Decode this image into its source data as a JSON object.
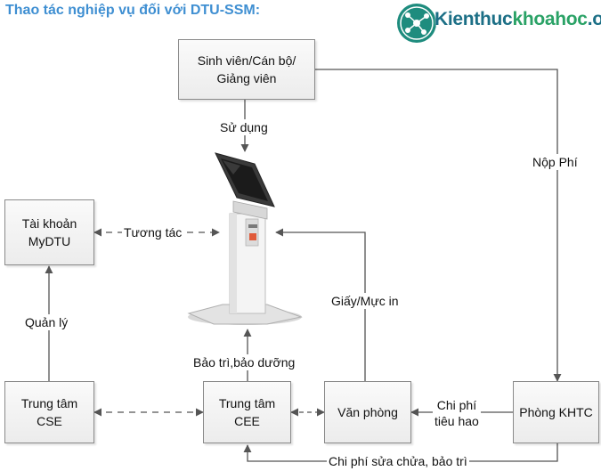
{
  "title": "Thao tác nghiệp vụ đối với DTU-SSM:",
  "logo": {
    "part1": "Kienthuc",
    "part2": "khoahoc",
    "part3": ".org",
    "icon": "atom-molecule-icon"
  },
  "nodes": {
    "users": [
      "Sinh viên/Cán bộ/",
      "Giảng viên"
    ],
    "mydtu": [
      "Tài khoản",
      "MyDTU"
    ],
    "cse": [
      "Trung tâm",
      "CSE"
    ],
    "cee": [
      "Trung tâm",
      "CEE"
    ],
    "office": "Văn phòng",
    "khtc": "Phòng KHTC"
  },
  "edges": {
    "use": "Sử dụng",
    "fee": "Nộp Phí",
    "interact": "Tương tác",
    "manage": "Quản lý",
    "paper": "Giấy/Mực in",
    "maintain": "Bảo trì,bảo dưỡng",
    "consumables": [
      "Chi phí",
      "tiêu hao"
    ],
    "repair": "Chi phí sửa chửa, bảo trì"
  },
  "colors": {
    "title": "#3f8fd2",
    "line": "#555555",
    "box_border": "#8a8a8a"
  }
}
